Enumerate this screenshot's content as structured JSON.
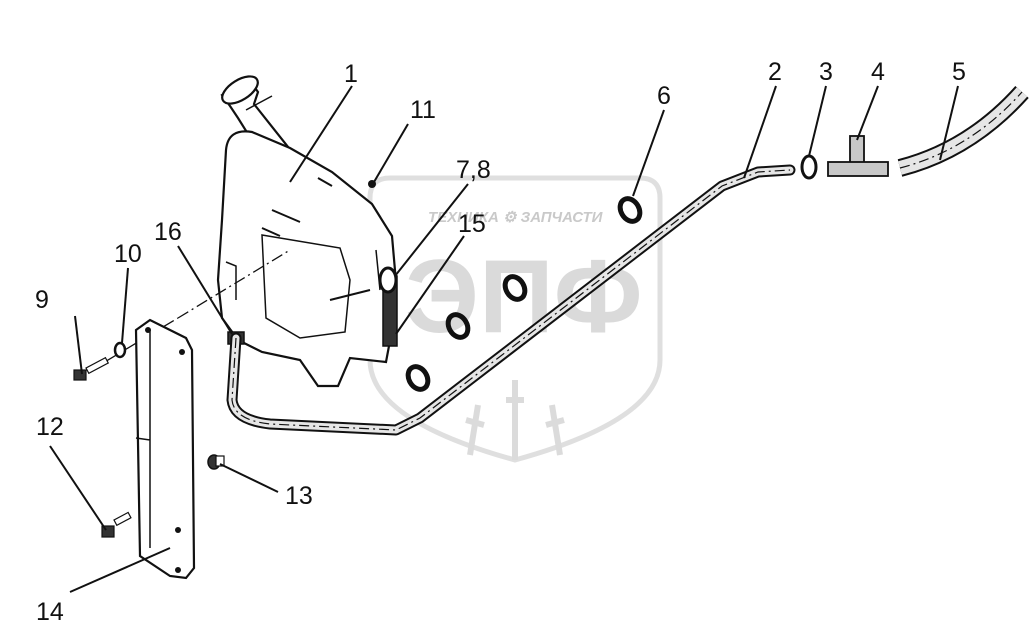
{
  "watermark": {
    "brand_line": "ТЕХНИКА ⚙ ЗАПЧАСТИ",
    "logo_text": "ЭПФ"
  },
  "callouts": {
    "c1": "1",
    "c2": "2",
    "c3": "3",
    "c4": "4",
    "c5": "5",
    "c6": "6",
    "c78": "7,8",
    "c9": "9",
    "c10": "10",
    "c11": "11",
    "c12": "12",
    "c13": "13",
    "c14": "14",
    "c15": "15",
    "c16": "16"
  },
  "colors": {
    "line": "#111111",
    "watermark": "#d6d6d6",
    "part_fill": "#ffffff",
    "hose_fill": "#e6e6e6"
  }
}
